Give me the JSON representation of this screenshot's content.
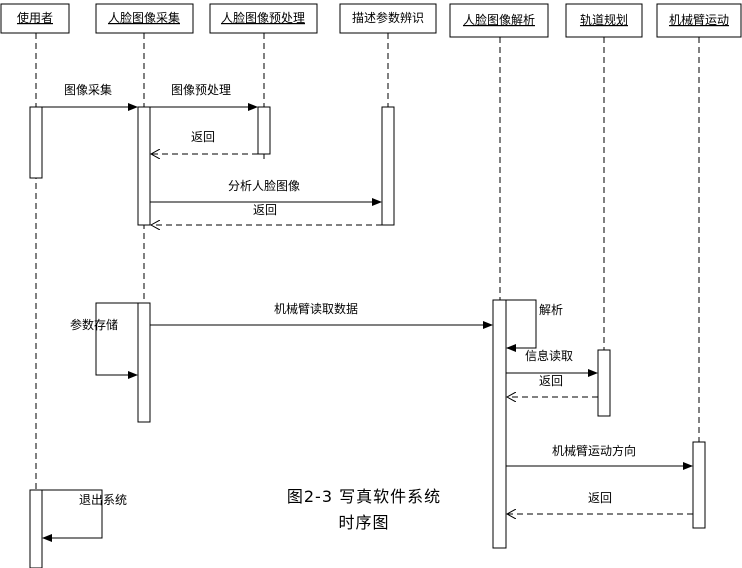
{
  "objects": [
    {
      "id": "user",
      "label": "使用者"
    },
    {
      "id": "capture",
      "label": "人脸图像采集"
    },
    {
      "id": "preprocess",
      "label": "人脸图像预处理"
    },
    {
      "id": "describe",
      "label": "描述参数辨识"
    },
    {
      "id": "parse",
      "label": "人脸图像解析"
    },
    {
      "id": "trajectory",
      "label": "轨道规划"
    },
    {
      "id": "arm",
      "label": "机械臂运动"
    }
  ],
  "messages": [
    {
      "label": "图像采集",
      "type": "call"
    },
    {
      "label": "图像预处理",
      "type": "call"
    },
    {
      "label": "返回",
      "type": "return"
    },
    {
      "label": "分析人脸图像",
      "type": "call"
    },
    {
      "label": "返回",
      "type": "return"
    },
    {
      "label": "参数存储",
      "type": "self"
    },
    {
      "label": "机械臂读取数据",
      "type": "call"
    },
    {
      "label": "解析",
      "type": "self"
    },
    {
      "label": "信息读取",
      "type": "call"
    },
    {
      "label": "返回",
      "type": "return"
    },
    {
      "label": "机械臂运动方向",
      "type": "call"
    },
    {
      "label": "返回",
      "type": "return"
    },
    {
      "label": "退出系统",
      "type": "self"
    }
  ],
  "caption": {
    "line1": "图2-3 写真软件系统",
    "line2": "时序图"
  }
}
